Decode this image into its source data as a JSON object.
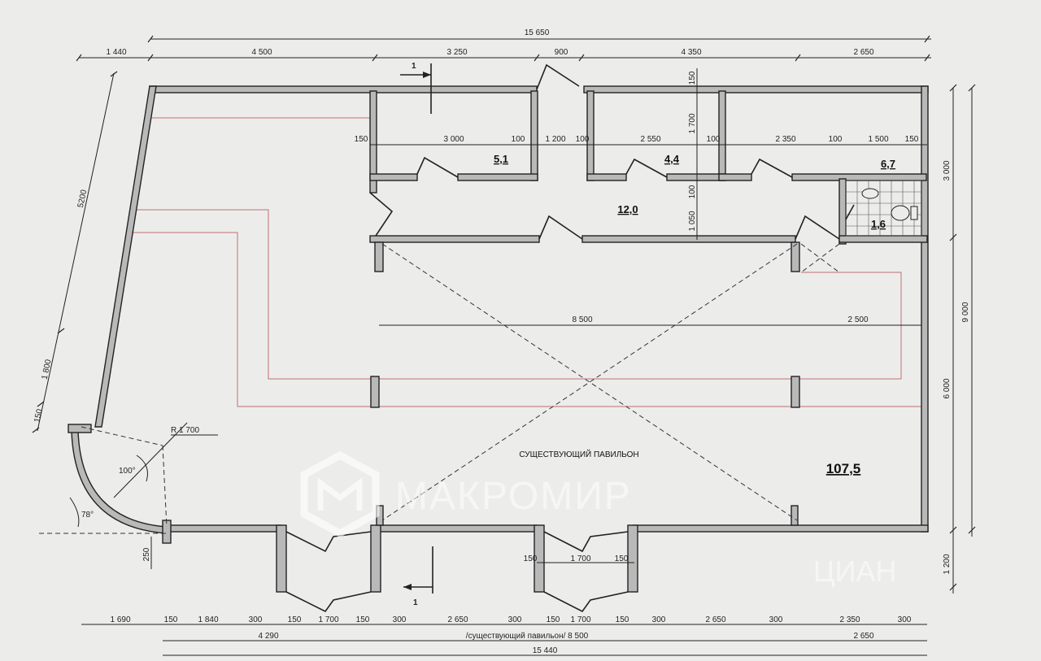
{
  "dimensions": {
    "top_total": "15 650",
    "top_segments": [
      "1 440",
      "4 500",
      "3 250",
      "900",
      "4 350",
      "2 650"
    ],
    "inner_row": [
      "150",
      "3 000",
      "100",
      "1 200",
      "100",
      "2 550",
      "100",
      "2 350",
      "100",
      "1 500",
      "150"
    ],
    "vertical_inner": [
      "150",
      "1 700",
      "100",
      "1 050"
    ],
    "right_segments": [
      "3 000",
      "6 000"
    ],
    "right_total": "9 000",
    "right_bottom": "1 200",
    "left_diag_segments": [
      "5200",
      "1 800",
      "150"
    ],
    "pavilion_width": "8 500",
    "side_width": "2 500",
    "radius": "R 1 700",
    "angle_1": "100°",
    "angle_2": "78°",
    "bottom_offset": "250",
    "entrance_row": [
      "150",
      "1 700",
      "150"
    ],
    "bottom_segments": [
      "1 690",
      "150",
      "1 840",
      "300",
      "150",
      "1 700",
      "150",
      "300",
      "2 650",
      "300",
      "150",
      "1 700",
      "150",
      "300",
      "2 650",
      "300",
      "2 350",
      "300"
    ],
    "bottom_row2": [
      "4 290",
      "/существующий павильон/ 8 500",
      "2 650"
    ],
    "bottom_total": "15 440"
  },
  "rooms": {
    "r1": "5,1",
    "r2": "4,4",
    "r3": "6,7",
    "corridor": "12,0",
    "wc": "1,6",
    "hall": "107,5"
  },
  "labels": {
    "pavilion": "СУЩЕСТВУЮЩИЙ ПАВИЛЬОН",
    "section_marker": "1",
    "watermark_brand": "МАКРОМИР",
    "watermark_site": "ЦИАН"
  }
}
